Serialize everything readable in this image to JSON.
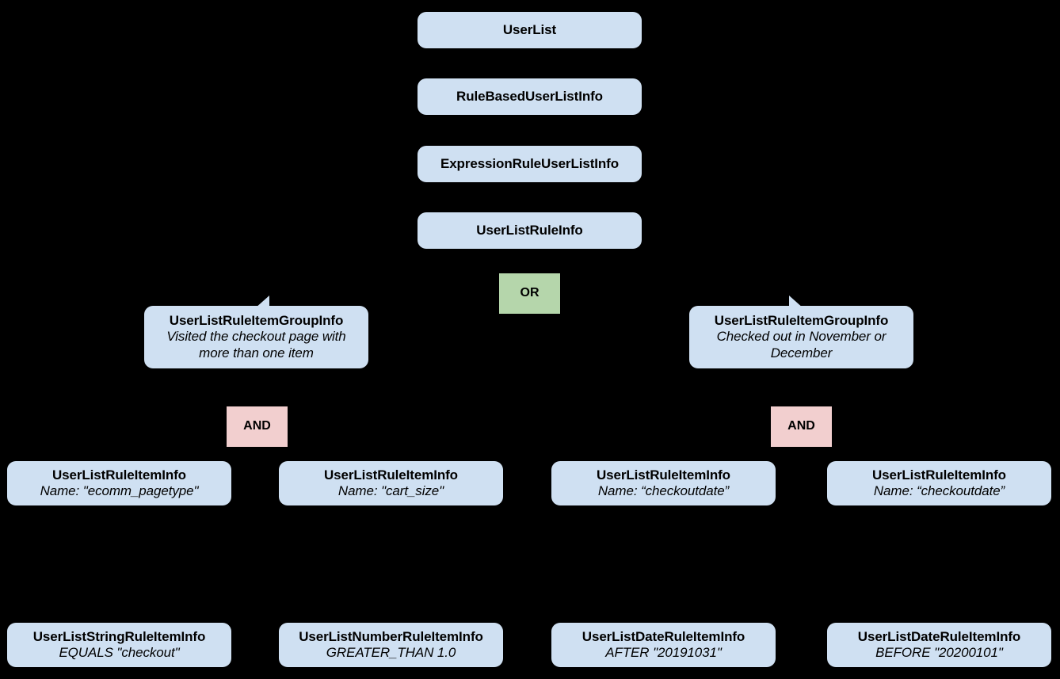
{
  "diagram": {
    "type": "hierarchy-tree",
    "background_color": "#000000",
    "colors": {
      "node_fill": "#cfe0f2",
      "or_fill": "#b5d6ab",
      "and_fill": "#f2cfcf",
      "text": "#000000"
    }
  },
  "spine": [
    {
      "title": "UserList"
    },
    {
      "title": "RuleBasedUserListInfo"
    },
    {
      "title": "ExpressionRuleUserListInfo"
    },
    {
      "title": "UserListRuleInfo"
    }
  ],
  "operators": {
    "or": "OR",
    "and_left": "AND",
    "and_right": "AND"
  },
  "groups": [
    {
      "title": "UserListRuleItemGroupInfo",
      "desc": "Visited the checkout page with more than one item"
    },
    {
      "title": "UserListRuleItemGroupInfo",
      "desc": "Checked out in November or December"
    }
  ],
  "rule_items": [
    {
      "title": "UserListRuleItemInfo",
      "desc": "Name: \"ecomm_pagetype\""
    },
    {
      "title": "UserListRuleItemInfo",
      "desc": "Name: \"cart_size\""
    },
    {
      "title": "UserListRuleItemInfo",
      "desc": "Name: “checkoutdate”"
    },
    {
      "title": "UserListRuleItemInfo",
      "desc": "Name: “checkoutdate”"
    }
  ],
  "typed_items": [
    {
      "title": "UserListStringRuleItemInfo",
      "desc": "EQUALS \"checkout\""
    },
    {
      "title": "UserListNumberRuleItemInfo",
      "desc": "GREATER_THAN 1.0"
    },
    {
      "title": "UserListDateRuleItemInfo",
      "desc": "AFTER \"20191031\""
    },
    {
      "title": "UserListDateRuleItemInfo",
      "desc": "BEFORE \"20200101\""
    }
  ]
}
